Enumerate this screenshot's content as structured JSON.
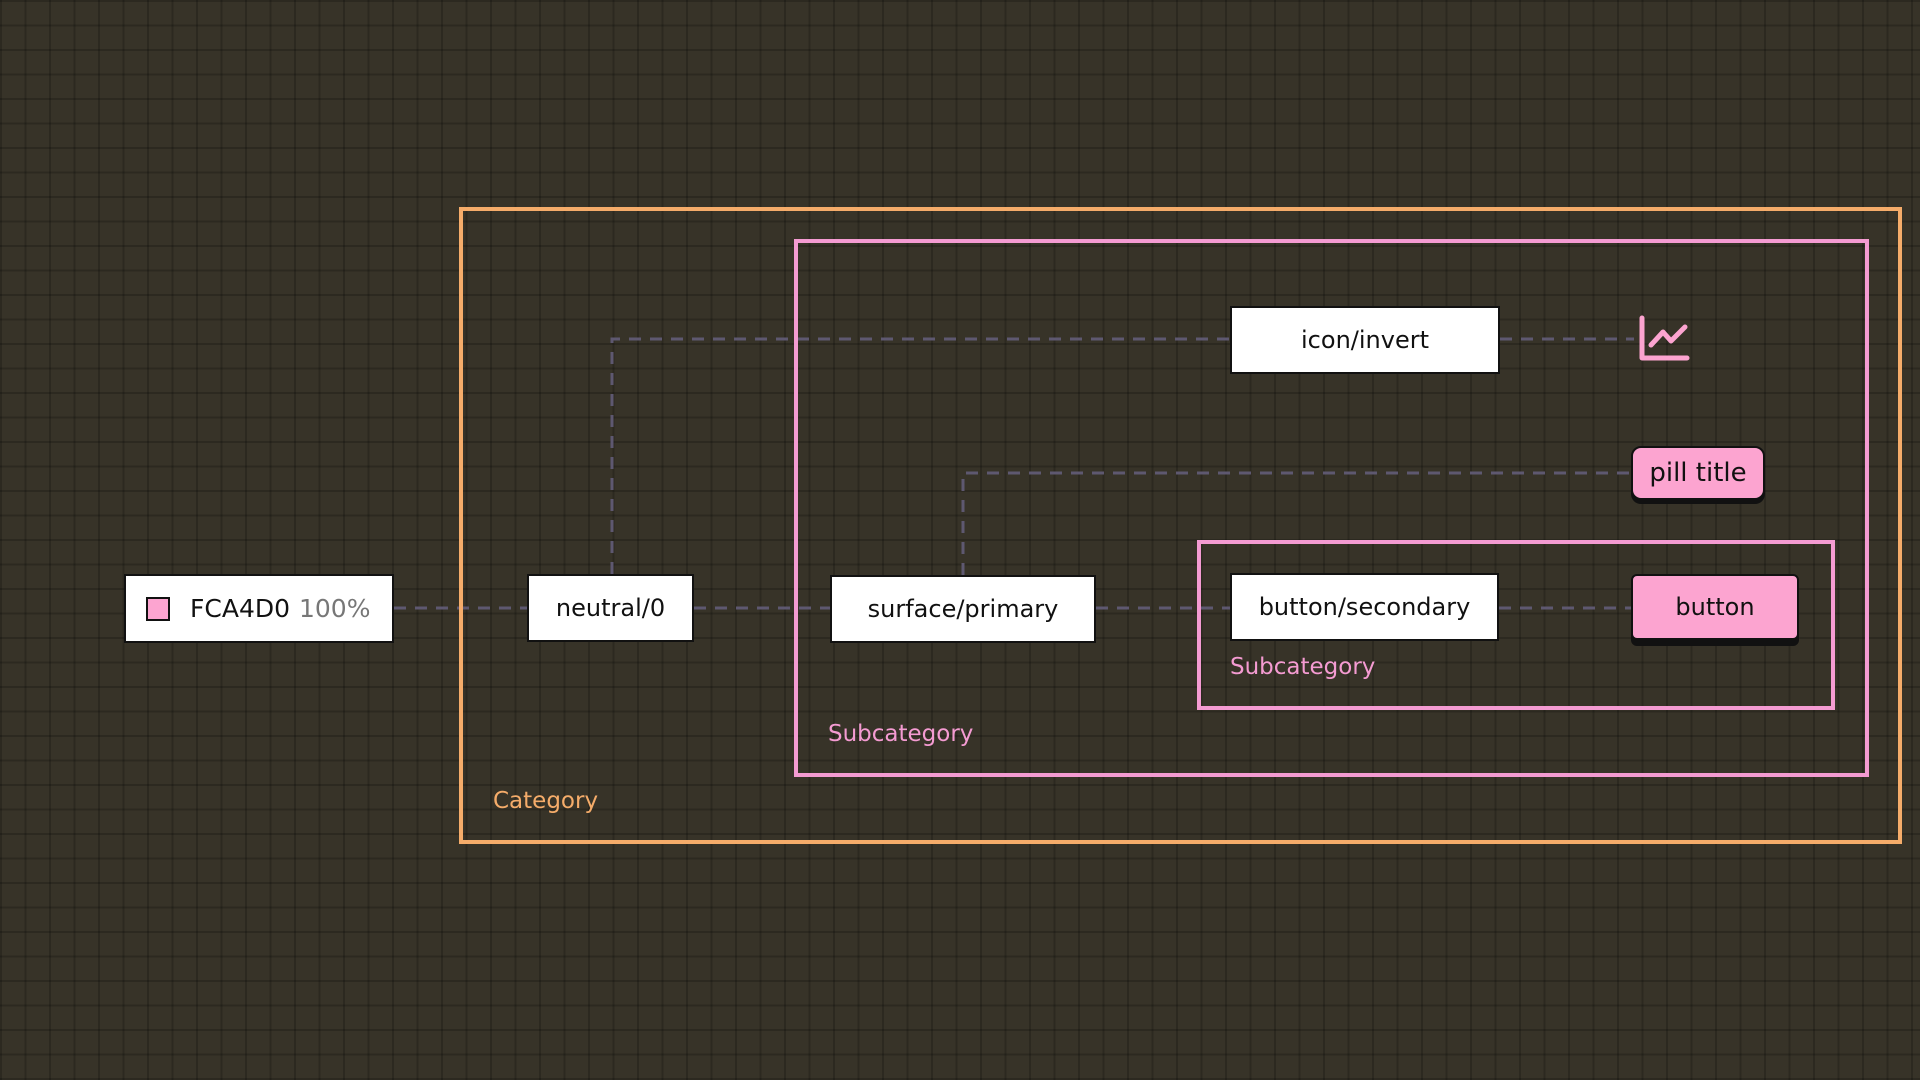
{
  "colors": {
    "category": "#f5ac6a",
    "subcategory": "#f49bd2",
    "accent_pink": "#fca4d0",
    "connector": "#5e5870",
    "background": "#373328"
  },
  "color_node": {
    "swatch_color": "#fca4d0",
    "hex": "FCA4D0",
    "opacity": "100%"
  },
  "tokens": {
    "neutral": "neutral/0",
    "surface": "surface/primary",
    "icon_invert": "icon/invert",
    "button_secondary": "button/secondary"
  },
  "components": {
    "icon": "line-chart-icon",
    "pill": "pill title",
    "button": "button"
  },
  "groups": {
    "category": "Category",
    "subcategory_outer": "Subcategory",
    "subcategory_inner": "Subcategory"
  }
}
